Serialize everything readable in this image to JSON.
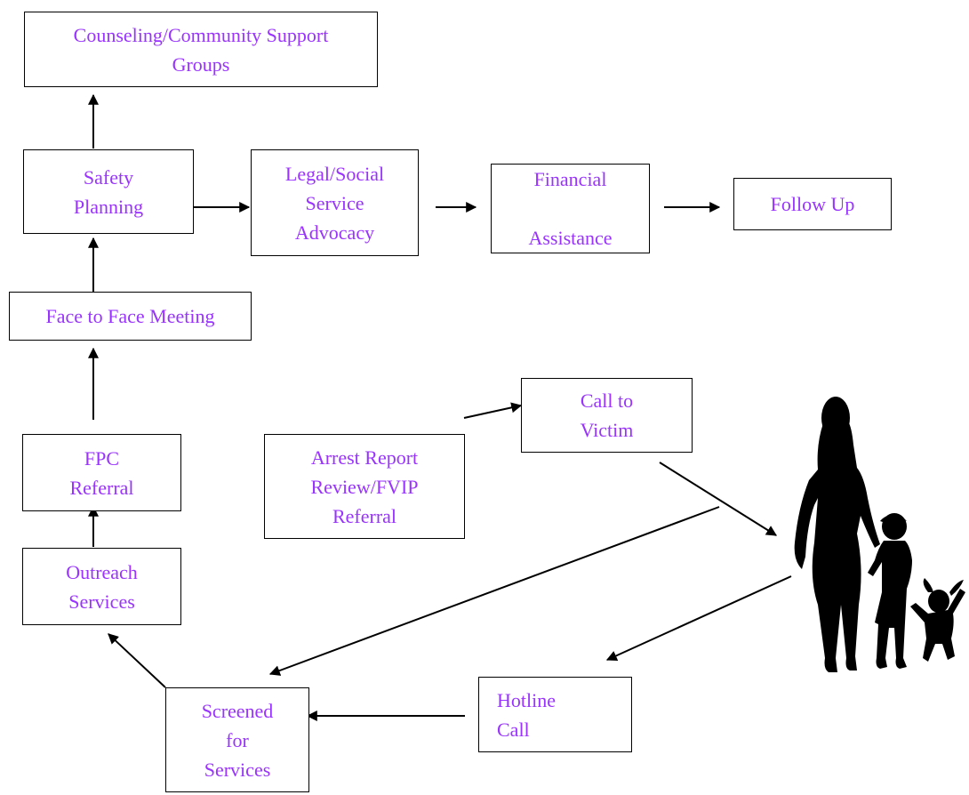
{
  "colors": {
    "text": "#9933ff",
    "line": "#000000"
  },
  "boxes": {
    "counseling": "Counseling/Community Support\nGroups",
    "safety_planning": "Safety\nPlanning",
    "legal_social": "Legal/Social\nService\nAdvocacy",
    "financial": "Financial\n\nAssistance",
    "follow_up": "Follow Up",
    "face_to_face": "Face to Face Meeting",
    "call_to_victim": "Call to\nVictim",
    "fpc_referral": "FPC\nReferral",
    "arrest_report": "Arrest Report\nReview/FVIP\nReferral",
    "outreach": "Outreach\nServices",
    "hotline": "Hotline\nCall",
    "screened": "Screened\nfor\nServices"
  },
  "icons": {
    "silhouette": "woman-and-children-silhouette-icon"
  }
}
